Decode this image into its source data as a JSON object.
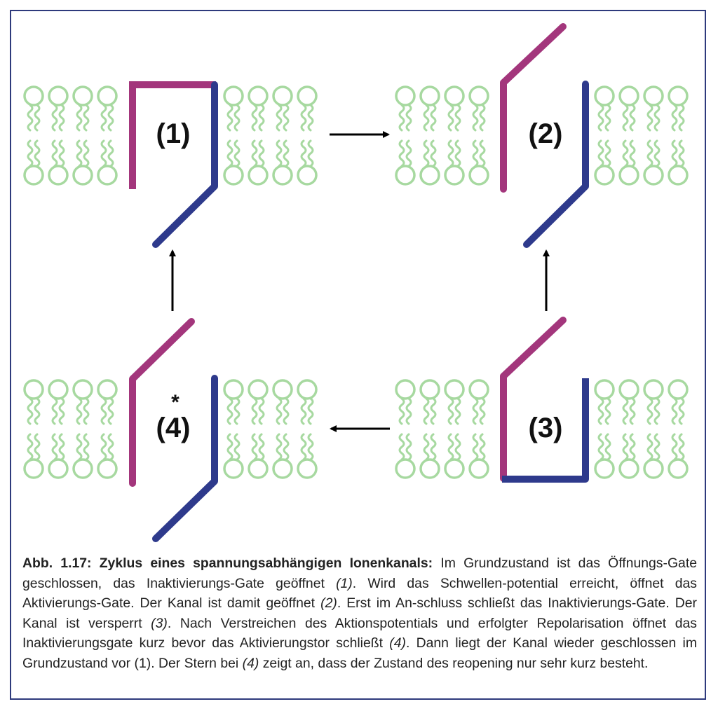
{
  "colors": {
    "lipid": "#a7d9a0",
    "activation_gate": "#a3367c",
    "inactivation_gate": "#2e3a8c",
    "arrow": "#000000",
    "border": "#2e3a7c"
  },
  "states": [
    {
      "label": "(1)",
      "description": "Öffnungs-Gate geschlossen, Inaktivierungs-Gate geöffnet"
    },
    {
      "label": "(2)",
      "description": "Aktivierungs-Gate geöffnet"
    },
    {
      "label": "(3)",
      "description": "Inaktivierungs-Gate geschlossen"
    },
    {
      "label": "(4)",
      "description": "reopening",
      "marker": "*"
    }
  ],
  "caption": {
    "title": "Abb. 1.17: Zyklus eines spannungsabhängigen Ionenkanals:",
    "parts": [
      {
        "text": " Im Grundzustand ist das Öffnungs-Gate geschlossen,  das Inaktivierungs-Gate geöffnet ",
        "italic": false
      },
      {
        "text": "(1)",
        "italic": true
      },
      {
        "text": ". Wird das Schwellen-­potential erreicht, öffnet das Aktivierungs-Gate. Der Kanal ist damit geöffnet ",
        "italic": false
      },
      {
        "text": "(2)",
        "italic": true
      },
      {
        "text": ". Erst im An-­schluss schließt das Inaktivierungs-Gate. Der Kanal ist versperrt ",
        "italic": false
      },
      {
        "text": "(3)",
        "italic": true
      },
      {
        "text": ". Nach Verstreichen des Aktionspotentials und erfolgter Repolarisation öffnet das Inaktivierungsgate kurz bevor das Aktivierungstor schließt ",
        "italic": false
      },
      {
        "text": "(4)",
        "italic": true
      },
      {
        "text": ". Dann liegt der Kanal wieder geschlossen im Grundzustand vor (1). Der Stern bei ",
        "italic": false
      },
      {
        "text": "(4)",
        "italic": true
      },
      {
        "text": " zeigt an, dass der Zustand des reopening nur sehr kurz besteht.",
        "italic": false
      }
    ]
  }
}
